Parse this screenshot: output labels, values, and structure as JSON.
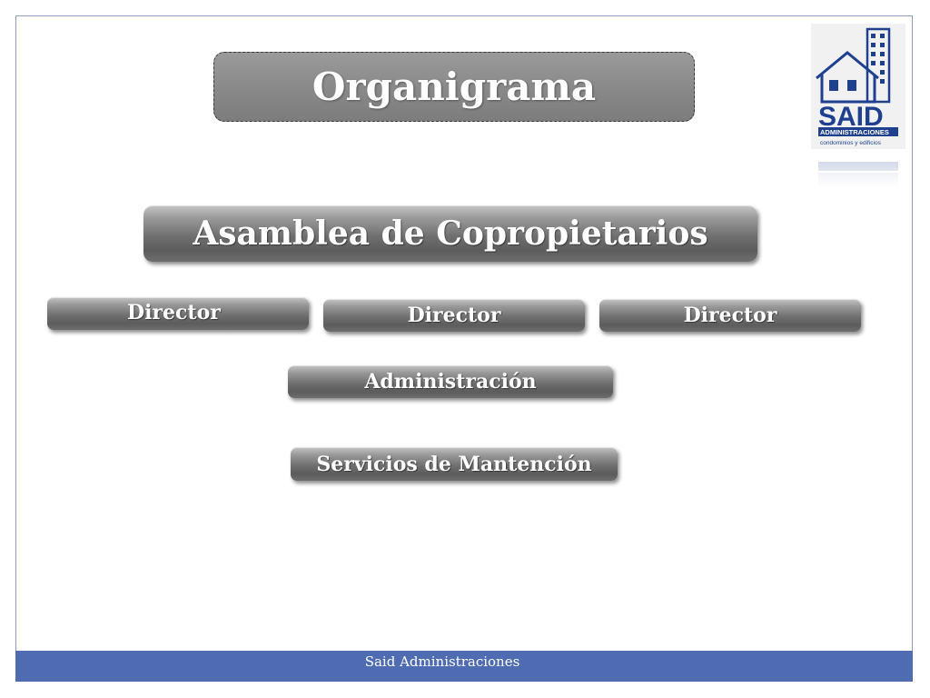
{
  "title": "Organigrama",
  "levels": {
    "asamblea": "Asamblea de Copropietarios",
    "directors": [
      "Director",
      "Director",
      "Director"
    ],
    "administracion": "Administración",
    "servicios": "Servicios de Mantención"
  },
  "logo": {
    "name": "SAID",
    "subtitle": "ADMINISTRACIONES",
    "tagline": "condominios y edificios",
    "color": "#1f3f8f"
  },
  "footer": {
    "text": "Said Administraciones",
    "color": "#4f6bb1"
  }
}
